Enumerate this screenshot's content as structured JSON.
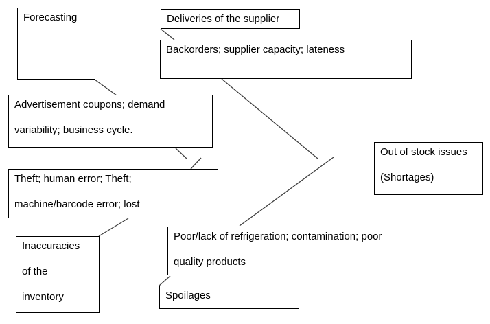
{
  "diagram": {
    "title": "inventory-issues-cause-diagram",
    "colors": {
      "background": "#ffffff",
      "border": "#000000",
      "line": "#404040",
      "text": "#000000"
    },
    "nodes": {
      "forecasting": {
        "lines": [
          "Forecasting"
        ]
      },
      "deliveries": {
        "lines": [
          "Deliveries of the supplier"
        ]
      },
      "backorders": {
        "lines": [
          "Backorders; supplier capacity; lateness"
        ]
      },
      "advertisement": {
        "lines": [
          "Advertisement coupons; demand",
          "variability; business cycle."
        ]
      },
      "theft": {
        "lines": [
          "Theft; human error; Theft;",
          "machine/barcode error; lost"
        ]
      },
      "out_of_stock": {
        "lines": [
          "Out of stock issues",
          "(Shortages)"
        ]
      },
      "inaccuracies": {
        "lines": [
          "Inaccuracies",
          "of the",
          "inventory"
        ]
      },
      "spoilage_causes": {
        "lines": [
          "Poor/lack of refrigeration; contamination; poor",
          "quality products"
        ]
      },
      "spoilages": {
        "lines": [
          "Spoilages"
        ]
      }
    },
    "connections": [
      {
        "from": "forecasting",
        "to": "advertisement"
      },
      {
        "from": "deliveries",
        "to": "backorders"
      },
      {
        "from": "backorders",
        "to": "out_of_stock"
      },
      {
        "from": "out_of_stock",
        "to": "spoilage_causes"
      },
      {
        "from": "advertisement",
        "to": "theft"
      },
      {
        "from": "theft",
        "to": "inaccuracies"
      },
      {
        "from": "spoilage_causes",
        "to": "spoilages"
      }
    ]
  }
}
